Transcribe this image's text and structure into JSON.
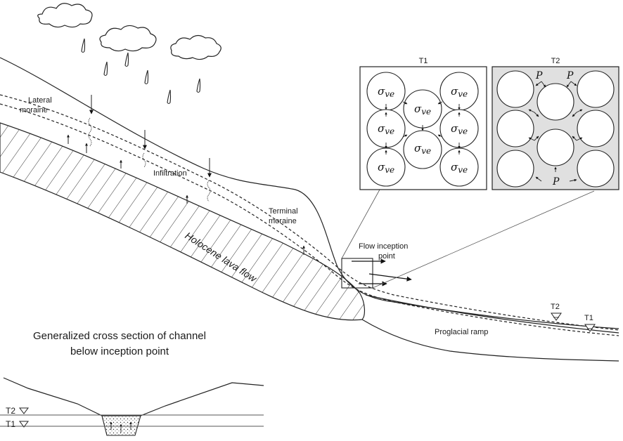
{
  "labels": {
    "lateral_moraine_1": "Lateral",
    "lateral_moraine_2": "moraine",
    "infiltration": "Infiltration",
    "terminal_moraine_1": "Terminal",
    "terminal_moraine_2": "moraine",
    "holocene": "Holocene lava flow",
    "flow_inception_1": "Flow inception",
    "flow_inception_2": "point",
    "proglacial_ramp": "Proglacial ramp",
    "cross_section_1": "Generalized cross section of channel",
    "cross_section_2": "below inception point",
    "t2_main": "T2",
    "t1_main": "T1",
    "t2_cross": "T2",
    "t1_cross": "T1"
  },
  "panels": {
    "t1": {
      "title": "T1",
      "stress_symbol": "σ",
      "stress_sub": "ve"
    },
    "t2": {
      "title": "T2",
      "pressure_symbol": "P"
    }
  },
  "colors": {
    "line": "#222222",
    "panel_t2_fill": "#e0e0e0",
    "pore_fill": "#d8d8d8"
  }
}
